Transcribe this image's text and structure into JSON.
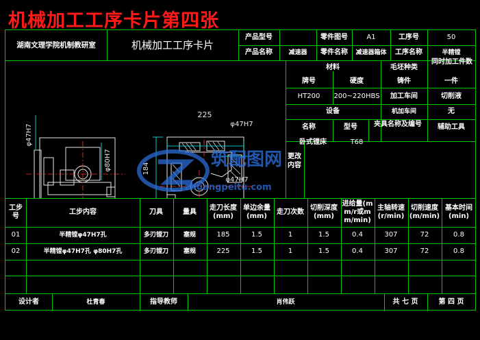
{
  "page_title": "机械加工工序卡片第四张",
  "header": {
    "school": "湖南文理学院机制教研室",
    "card_name": "机械加工工序卡片",
    "product_model_label": "产品型号",
    "product_model_value": "",
    "part_no_label": "零件图号",
    "part_no_value": "A1",
    "op_no_label": "工序号",
    "op_no_value": "50",
    "product_name_label": "产品名称",
    "product_name_value": "减速器",
    "part_name_label": "零件名称",
    "part_name_value": "减速器箱体",
    "op_name_label": "工序名称",
    "op_name_value": "半精镗"
  },
  "info": {
    "material_label": "材料",
    "blank_type_label": "毛坯种类",
    "parts_per_blank_label": "同时加工件数",
    "grade_label": "牌号",
    "hardness_label": "硬度",
    "grade_value": "HT200",
    "hardness_value": "200~220HBS",
    "blank_type_value": "铸件",
    "parts_value": "一件",
    "workshop_label": "加工车间",
    "coolant_label": "切削液",
    "equipment_label": "设备",
    "machine_no_label": "机加车间",
    "coolant_value": "无",
    "name_label": "名称",
    "model_label": "型号",
    "fixture_label": "夹具名称及编号",
    "aux_tool_label": "辅助工具",
    "equip_name_value": "卧式镗床",
    "equip_model_value": "T68",
    "change_label": "更改内容"
  },
  "drawing": {
    "dim_225": "225",
    "dim_184": "184",
    "dim_47_top": "φ47H7",
    "dim_47_left": "φ47H7",
    "dim_80": "φ80H7",
    "dim_47_bottom": "φ47H7"
  },
  "table": {
    "headers": [
      "工步号",
      "工步内容",
      "刀具",
      "量具",
      "走刀长度(mm)",
      "单边余量(mm)",
      "走刀次数",
      "切削深度(mm)",
      "进给量(mm/r或mm/min)",
      "主轴转速(r/min)",
      "切削速度(m/min)",
      "基本时间(min)"
    ],
    "rows": [
      [
        "01",
        "半精镗φ47H7孔",
        "多刃镗刀",
        "塞规",
        "185",
        "1.5",
        "1",
        "1.5",
        "0.4",
        "307",
        "72",
        "0.8"
      ],
      [
        "02",
        "半精镗φ47H7孔 φ80H7孔",
        "多刃镗刀",
        "塞规",
        "225",
        "1.5",
        "1",
        "1.5",
        "0.4",
        "307",
        "72",
        "0.8"
      ]
    ]
  },
  "footer": {
    "designer_label": "设计者",
    "designer_value": "杜青春",
    "advisor_label": "指导教师",
    "advisor_value": "肖伟跃",
    "total_pages": "共 七 页",
    "page_no": "第 四 页"
  },
  "watermark": {
    "brand": "筑配图网",
    "url": "zhuangpeitu.com"
  },
  "colors": {
    "grid": "#00c800",
    "title": "#ff1a1a",
    "drawing": "#e8e8e8",
    "dim_line": "#00ffff",
    "center_line": "#ff3030",
    "watermark": "#2a6cd6"
  }
}
